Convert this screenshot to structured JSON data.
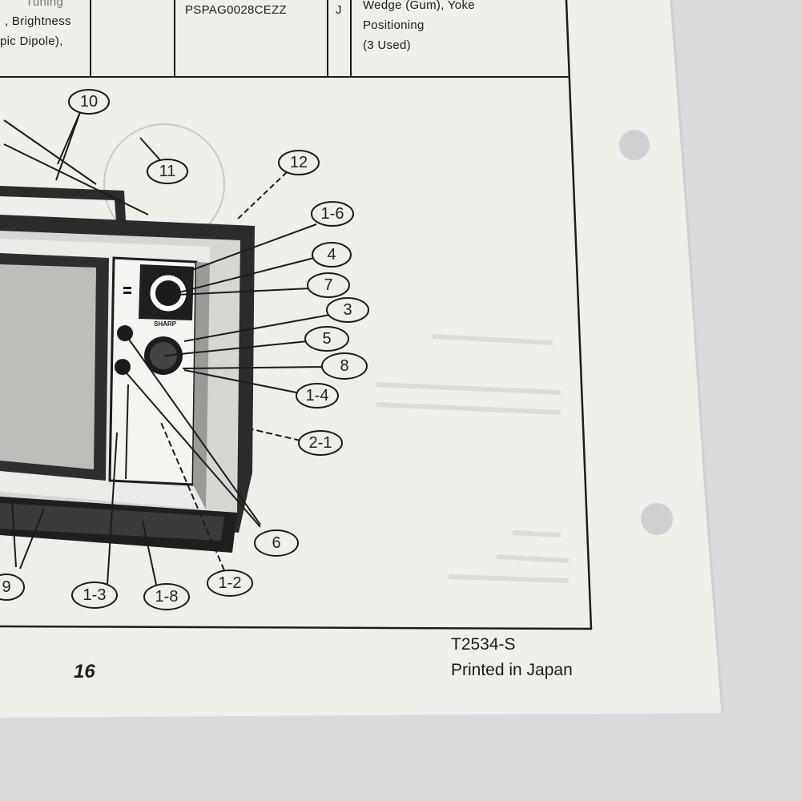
{
  "table": {
    "left_fragments": [
      "Tuning",
      ", Brightness",
      "pic Dipole),"
    ],
    "part_number": "PSPAG0028CEZZ",
    "code": "J",
    "description_lines": [
      "Wedge (Gum), Yoke",
      "Positioning",
      "(3 Used)"
    ]
  },
  "diagram": {
    "brand_label": "SHARP",
    "callouts": {
      "c10": "10",
      "c11": "11",
      "c12": "12",
      "c1_6": "1-6",
      "c4": "4",
      "c7": "7",
      "c3": "3",
      "c5": "5",
      "c8": "8",
      "c1_4": "1-4",
      "c2_1": "2-1",
      "c6": "6",
      "c9": "9",
      "c1_3": "1-3",
      "c1_8": "1-8",
      "c1_2": "1-2"
    }
  },
  "footer": {
    "page_number": "16",
    "model": "T2534-S",
    "printed": "Printed in Japan"
  },
  "colors": {
    "background": "#d9dadb",
    "paper": "#efeee9",
    "ink": "#1c1c1c",
    "tv_body": "#2b2b2b"
  }
}
